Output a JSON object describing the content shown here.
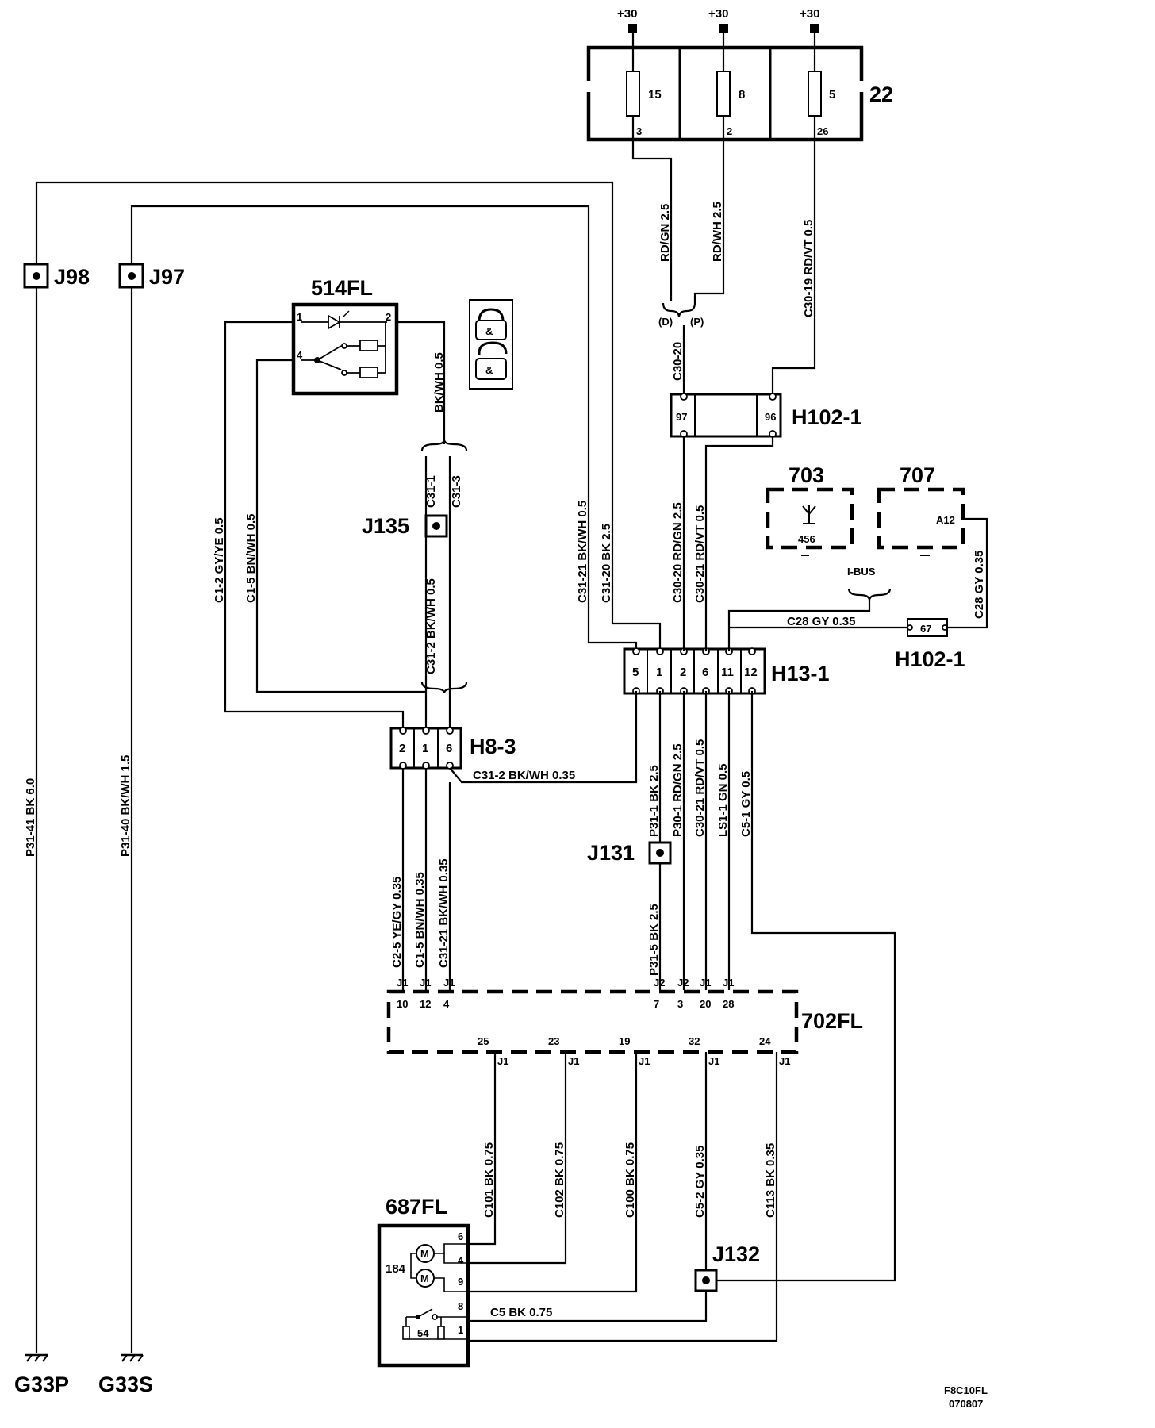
{
  "supply": {
    "label": "+30"
  },
  "fusebox": {
    "id": "22",
    "fuses": [
      "15",
      "8",
      "5"
    ],
    "outputs": [
      "3",
      "2",
      "26"
    ]
  },
  "connectors": {
    "j98": "J98",
    "j97": "J97",
    "j135": "J135",
    "j131": "J131",
    "j132": "J132",
    "h102_1": "H102-1",
    "h13_1": "H13-1",
    "h8_3": "H8-3"
  },
  "h102": {
    "pins": [
      "97",
      "96"
    ],
    "pin67": "67"
  },
  "h13": {
    "pins": [
      "5",
      "1",
      "2",
      "6",
      "11",
      "12"
    ]
  },
  "h8": {
    "pins": [
      "2",
      "1",
      "6"
    ]
  },
  "switch514": {
    "id": "514FL",
    "pins": [
      "1",
      "2",
      "4"
    ]
  },
  "module703": {
    "id": "703",
    "pin": "456"
  },
  "module707": {
    "id": "707",
    "pin": "A12"
  },
  "ibus": "I-BUS",
  "ecu702": {
    "id": "702FL",
    "top_pins": [
      "10",
      "12",
      "4",
      "7",
      "3",
      "20",
      "28"
    ],
    "top_conn": [
      "J1",
      "J1",
      "J1",
      "J2",
      "J2",
      "J1",
      "J1"
    ],
    "bottom_pins": [
      "25",
      "23",
      "19",
      "32",
      "24"
    ],
    "bottom_conn": [
      "J1",
      "J1",
      "J1",
      "J1",
      "J1"
    ]
  },
  "motor687": {
    "id": "687FL",
    "ref": "184",
    "switch": "54",
    "pins": [
      "6",
      "4",
      "9",
      "8",
      "1"
    ],
    "motor_symbol": "M"
  },
  "grounds": {
    "g33p": "G33P",
    "g33s": "G33S"
  },
  "splice_tags": {
    "d": "(D)",
    "p": "(P)"
  },
  "wires": {
    "rd_gn": "RD/GN 2.5",
    "rd_wh": "RD/WH 2.5",
    "c30_19": "C30-19 RD/VT 0.5",
    "c30_20_a": "C30-20",
    "c30_20_b": "C30-20 RD/GN 2.5",
    "c30_21": "C30-21 RD/VT 0.5",
    "c31_21_top": "C31-21 BK/WH 0.5",
    "c31_20": "C31-20 BK 2.5",
    "bkwh_top": "BK/WH 0.5",
    "c31_1": "C31-1",
    "c31_3": "C31-3",
    "c31_2_vert": "C31-2 BK/WH 0.5",
    "c1_2": "C1-2 GY/YE 0.5",
    "c1_5_top": "C1-5 BN/WH 0.5",
    "c28_h": "C28 GY 0.35",
    "c28_v": "C28 GY 0.35",
    "c31_2_h": "C31-2 BK/WH 0.35",
    "p31_1": "P31-1 BK 2.5",
    "p30_1": "P30-1 RD/GN 2.5",
    "c30_21_low": "C30-21 RD/VT 0.5",
    "ls1_1": "LS1-1 GN 0.5",
    "c5_1": "C5-1 GY 0.5",
    "p31_5": "P31-5 BK 2.5",
    "c2_5": "C2-5 YE/GY 0.35",
    "c1_5_low": "C1-5 BN/WH 0.35",
    "c31_21_low": "C31-21 BK/WH 0.35",
    "c101": "C101 BK 0.75",
    "c102": "C102 BK 0.75",
    "c100": "C100 BK 0.75",
    "c5_2": "C5-2 GY 0.35",
    "c113": "C113 BK 0.35",
    "c5_h": "C5 BK 0.75",
    "p31_41": "P31-41 BK 6.0",
    "p31_40": "P31-40 BK/WH 1.5"
  },
  "footer": {
    "code": "F8C10FL",
    "date": "070807"
  }
}
